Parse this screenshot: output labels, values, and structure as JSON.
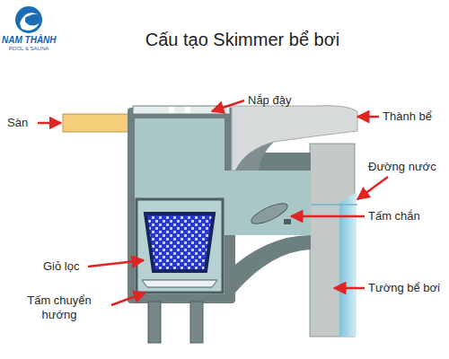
{
  "diagram": {
    "title": "Cấu tạo Skimmer bể bơi",
    "labels": [
      "NAM THÀNH",
      "POOL & SAUNA",
      "Sàn",
      "Nắp đậy",
      "Thành bể",
      "Đường nước",
      "Tấm chắn",
      "Giỏ lọc",
      "Tường bể bơi",
      "Tấm chuyển hướng"
    ]
  }
}
